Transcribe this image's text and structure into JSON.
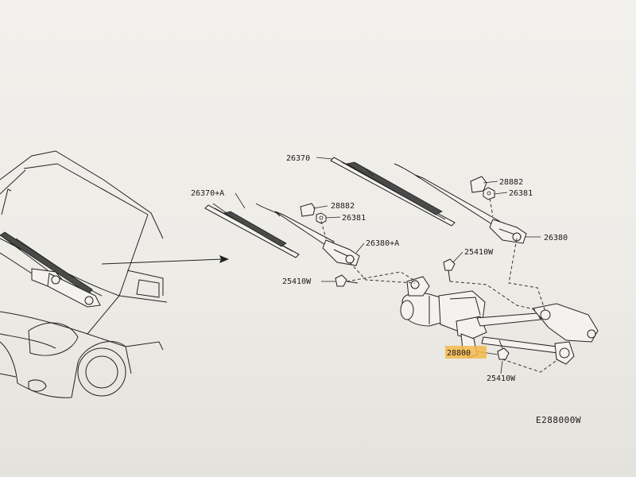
{
  "diagram": {
    "code": "E288000W",
    "labels": {
      "p26370": "26370",
      "p26370a": "26370+A",
      "p28882_left": "28882",
      "p26381_left": "26381",
      "p28882_right": "28882",
      "p26381_right": "26381",
      "p26380": "26380",
      "p26380a": "26380+A",
      "p25410w_top": "25410W",
      "p25410w_left": "25410W",
      "p25410w_bottom": "25410W",
      "p28800": "28800"
    },
    "highlight_color": "#f5b94a"
  }
}
